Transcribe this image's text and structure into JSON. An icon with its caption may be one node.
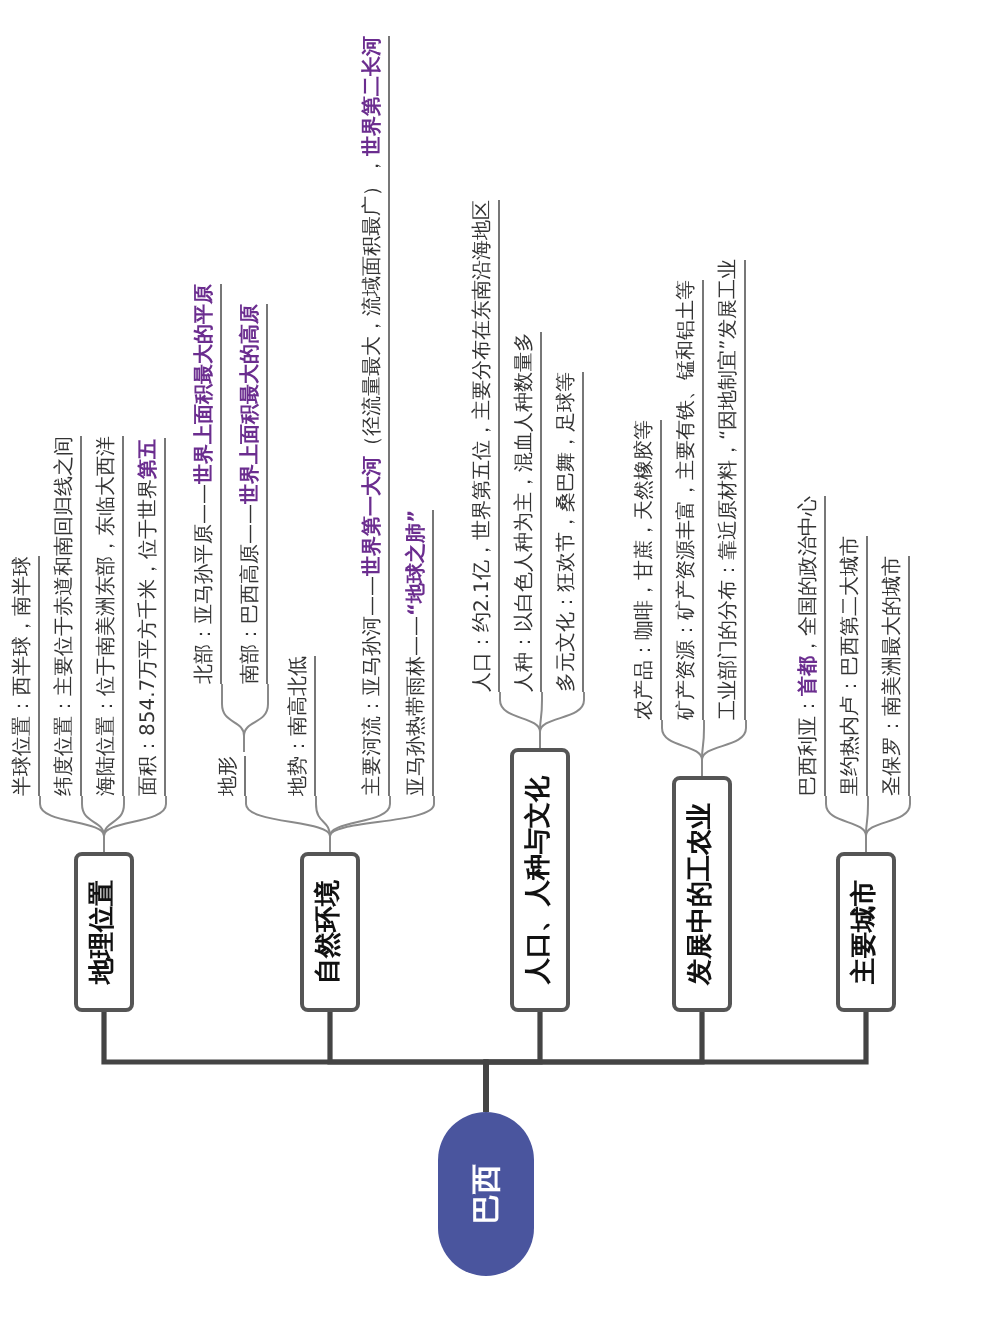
{
  "diagram": {
    "nodes": [
      {
        "text": [
          "巴西"
        ]
      },
      {
        "text": [
          "地理位置"
        ]
      },
      {
        "text": [
          "半球位置：西半球，南半球"
        ]
      },
      {
        "text": [
          "纬度位置：主要位于赤道和南回归线之间"
        ]
      },
      {
        "text": [
          "海陆位置：位于南美洲东部，东临大西洋"
        ]
      },
      {
        "text": [
          "面积：854.7万平方千米，位于世界**第五**"
        ]
      },
      {
        "text": [
          "自然环境"
        ]
      },
      {
        "text": [
          "地形"
        ]
      },
      {
        "text": [
          "北部：亚马孙平原——**世界上面积最大的平原**"
        ]
      },
      {
        "text": [
          "南部：巴西高原——**世界上面积最大的高原**"
        ]
      },
      {
        "text": [
          "地势：南高北低"
        ]
      },
      {
        "text": [
          "主要河流：亚马孙河——**世界第一大河**（径流量最大，流域面积最广），**世界第二长河**"
        ]
      },
      {
        "text": [
          "亚马孙热带雨林——**“地球之肺”**"
        ]
      },
      {
        "text": [
          "人口、人种与文化"
        ]
      },
      {
        "text": [
          "人口：约2.1亿，世界第五位，主要分布在东南沿海地区"
        ]
      },
      {
        "text": [
          "人种：以白色人种为主，混血人种数量多"
        ]
      },
      {
        "text": [
          "多元文化：狂欢节，桑巴舞，足球等"
        ]
      },
      {
        "text": [
          "发展中的工农业"
        ]
      },
      {
        "text": [
          "农产品：咖啡，甘蔗，天然橡胶等"
        ]
      },
      {
        "text": [
          "矿产资源：矿产资源丰富，主要有铁、锰和铝土等"
        ]
      },
      {
        "text": [
          "工业部门的分布：靠近原材料，“因地制宜”发展工业"
        ]
      },
      {
        "text": [
          "主要城市"
        ]
      },
      {
        "text": [
          "巴西利亚：**首都**，全国的政治中心"
        ]
      },
      {
        "text": [
          "里约热内卢：巴西第二大城市"
        ]
      },
      {
        "text": [
          "圣保罗：南美洲最大的城市"
        ]
      }
    ],
    "edges": [
      {
        "from": 0,
        "to": 1,
        "arrow": "none",
        "style": "thick",
        "color": "#444444"
      },
      {
        "from": 0,
        "to": 6,
        "arrow": "none",
        "style": "thick",
        "color": "#444444"
      },
      {
        "from": 0,
        "to": 13,
        "arrow": "none",
        "style": "thick",
        "color": "#444444"
      },
      {
        "from": 0,
        "to": 17,
        "arrow": "none",
        "style": "thick",
        "color": "#444444"
      },
      {
        "from": 0,
        "to": 21,
        "arrow": "none",
        "style": "thick",
        "color": "#444444"
      },
      {
        "from": 1,
        "to": 2,
        "arrow": "none"
      },
      {
        "from": 1,
        "to": 3,
        "arrow": "none"
      },
      {
        "from": 1,
        "to": 4,
        "arrow": "none"
      },
      {
        "from": 1,
        "to": 5,
        "arrow": "none"
      },
      {
        "from": 6,
        "to": 7,
        "arrow": "none"
      },
      {
        "from": 7,
        "to": 8,
        "arrow": "none"
      },
      {
        "from": 7,
        "to": 9,
        "arrow": "none"
      },
      {
        "from": 6,
        "to": 10,
        "arrow": "none"
      },
      {
        "from": 6,
        "to": 11,
        "arrow": "none"
      },
      {
        "from": 6,
        "to": 12,
        "arrow": "none"
      },
      {
        "from": 13,
        "to": 14,
        "arrow": "none"
      },
      {
        "from": 13,
        "to": 15,
        "arrow": "none"
      },
      {
        "from": 13,
        "to": 16,
        "arrow": "none"
      },
      {
        "from": 17,
        "to": 18,
        "arrow": "none"
      },
      {
        "from": 17,
        "to": 19,
        "arrow": "none"
      },
      {
        "from": 17,
        "to": 20,
        "arrow": "none"
      },
      {
        "from": 21,
        "to": 22,
        "arrow": "none"
      },
      {
        "from": 21,
        "to": 23,
        "arrow": "none"
      },
      {
        "from": 21,
        "to": 24,
        "arrow": "none"
      }
    ]
  }
}
